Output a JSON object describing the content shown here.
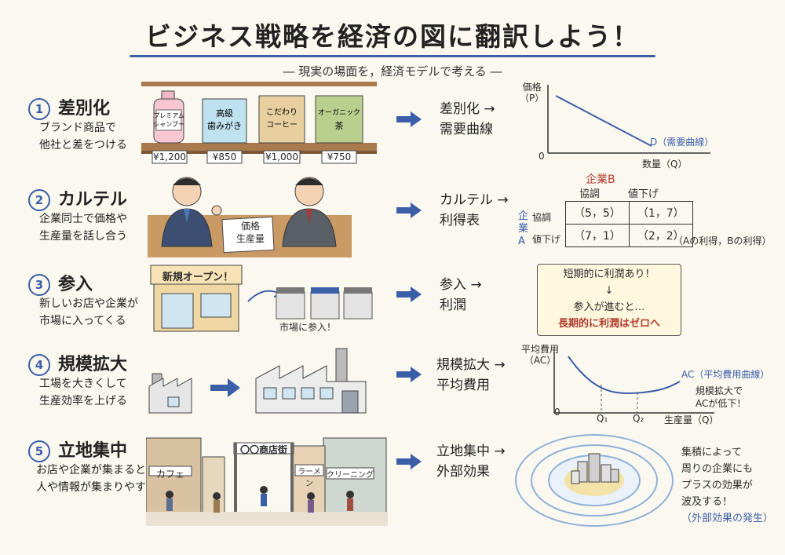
{
  "title": "ビジネス戦略を経済の図に翻訳しよう！",
  "subtitle": "― 現実の場面を，経済モデルで考える ―",
  "rows": [
    {
      "num": "1",
      "head": "差別化",
      "desc": [
        "ブランド商品で",
        "他社と差をつける"
      ],
      "concept": [
        "差別化 →",
        "需要曲線"
      ],
      "products": [
        {
          "label": "プレミアム\nシャンプー",
          "price": "¥1,200"
        },
        {
          "label": "高級\n歯みがき",
          "price": "¥850"
        },
        {
          "label": "こだわり\nコーヒー",
          "price": "¥1,000"
        },
        {
          "label": "オーガニック\n茶",
          "price": "¥750"
        }
      ],
      "chart": {
        "ylabel": "価格\n（P）",
        "xlabel": "数量（Q）",
        "origin": "0",
        "curve": "D（需要曲線）"
      }
    },
    {
      "num": "2",
      "head": "カルテル",
      "desc": [
        "企業同士で価格や",
        "生産量を話し合う"
      ],
      "concept": [
        "カルテル →",
        "利得表"
      ],
      "sign": [
        "価格",
        "生産量"
      ],
      "table": {
        "col_title": "企業B",
        "row_title": "企業A",
        "cols": [
          "協調",
          "値下げ"
        ],
        "rows": [
          {
            "label": "協調",
            "cells": [
              "（5，5）",
              "（1，7）"
            ]
          },
          {
            "label": "値下げ",
            "cells": [
              "（7，1）",
              "（2，2）"
            ]
          }
        ],
        "note": "（Aの利得，Bの利得）"
      }
    },
    {
      "num": "3",
      "head": "参入",
      "desc": [
        "新しいお店や企業が",
        "市場に入ってくる"
      ],
      "concept": [
        "参入 →",
        "利潤"
      ],
      "shop_sign": "新規オープン！",
      "caption": "市場に参入！",
      "box": {
        "l1": "短期的に利潤あり！",
        "l2": "↓",
        "l3": "参入が進むと…",
        "l4": "長期的に利潤はゼロへ"
      }
    },
    {
      "num": "4",
      "head": "規模拡大",
      "desc": [
        "工場を大きくして",
        "生産効率を上げる"
      ],
      "concept": [
        "規模拡大 →",
        "平均費用"
      ],
      "chart": {
        "ylabel": "平均費用\n（AC）",
        "xlabel": "生産量（Q）",
        "origin": "0",
        "curve": "AC（平均費用曲線）",
        "q1": "Q₁",
        "q2": "Q₂",
        "note": [
          "規模拡大で",
          "ACが低下！"
        ]
      }
    },
    {
      "num": "5",
      "head": "立地集中",
      "desc": [
        "お店や企業が集まると",
        "人や情報が集まりやすい"
      ],
      "concept": [
        "立地集中 →",
        "外部効果"
      ],
      "signs": {
        "gate": "〇〇商店街",
        "cafe": "カフェ",
        "ramen": "ラーメン",
        "cleaning": "クリーニング"
      },
      "note": [
        "集積によって",
        "周りの企業にも",
        "プラスの効果が",
        "波及する！"
      ],
      "note_blue": "（外部効果の発生）"
    }
  ]
}
